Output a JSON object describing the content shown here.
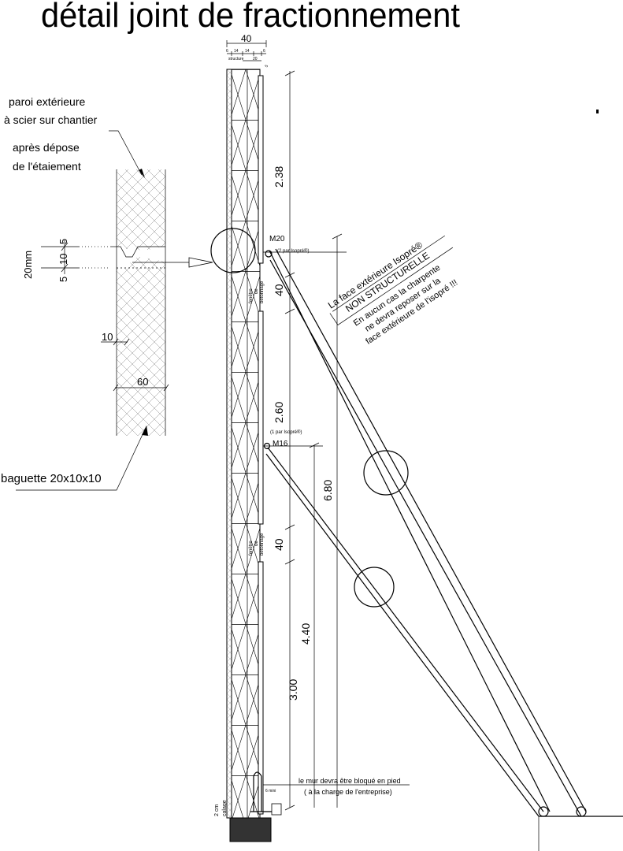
{
  "title": "détail joint de fractionnement",
  "top_dims": {
    "total": "40",
    "parts": [
      "6",
      "14",
      "14",
      "6"
    ],
    "structure_label": "structure",
    "structure_value": "20",
    "small_value": "5"
  },
  "detail_labels": {
    "wall_line1": "paroi extérieure",
    "wall_line2": "à scier sur chantier",
    "after_line1": "après dépose",
    "after_line2": "de l'étaiement",
    "baguette": "baguette 20x10x10",
    "dim_20mm": "20mm",
    "dim_5a": "5",
    "dim_10a": "10",
    "dim_5b": "5",
    "dim_10b": "10",
    "dim_60": "60"
  },
  "wall_dims": {
    "d_238": "2.38",
    "d_40a": "40",
    "d_260": "2.60",
    "d_40b": "40",
    "d_300": "3.00",
    "d_440": "4.40",
    "d_680": "6.80"
  },
  "anchors": {
    "m20": "M20",
    "m20_note": "(2 par Isopré®)",
    "m16": "M16",
    "m16_note": "(1 par Isopré®)"
  },
  "fenetre": {
    "line1": "fenêtre",
    "line2": "de",
    "line3": "bétonnage"
  },
  "warning": {
    "line1": "La face extérieure Isopré®",
    "line2": "NON STRUCTURELLE",
    "line3": "En aucun cas la charpente",
    "line4": "ne devra reposer sur la",
    "line5": "face extérieure de l'isopré !!!"
  },
  "foot": {
    "line1": "le mur devra être bloqué en pied",
    "line2": "( à la charge de l'entreprise)",
    "calage_dim": "2 cm",
    "calage_label": "calage",
    "mini_label": "6 mini"
  }
}
